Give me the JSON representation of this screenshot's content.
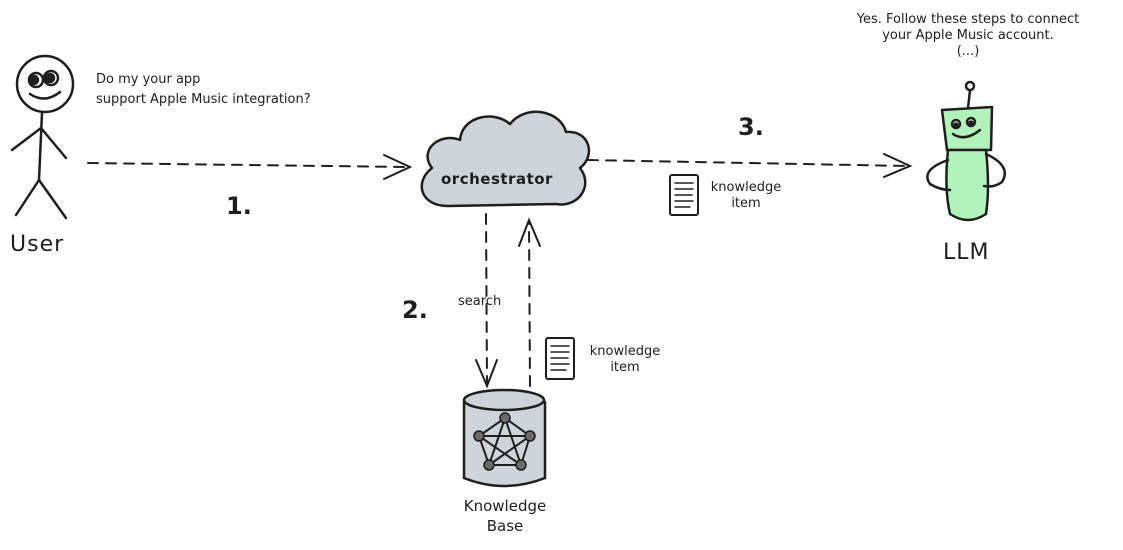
{
  "user": {
    "question_line1": "Do my your app",
    "question_line2": "support Apple Music integration?",
    "label": "User"
  },
  "steps": {
    "one": "1.",
    "two": "2.",
    "three": "3."
  },
  "orchestrator": {
    "label": "orchestrator",
    "fill_color": "#ced4da"
  },
  "search_label": "search",
  "knowledge_item": {
    "line1": "knowledge",
    "line2": "item"
  },
  "knowledge_base": {
    "line1": "Knowledge",
    "line2": "Base",
    "fill_color": "#ced4da"
  },
  "llm": {
    "label": "LLM",
    "answer_line1": "Yes. Follow these steps to connect",
    "answer_line2": "your Apple Music account.",
    "answer_line3": "(...)",
    "head_color": "#b2f2bb"
  }
}
